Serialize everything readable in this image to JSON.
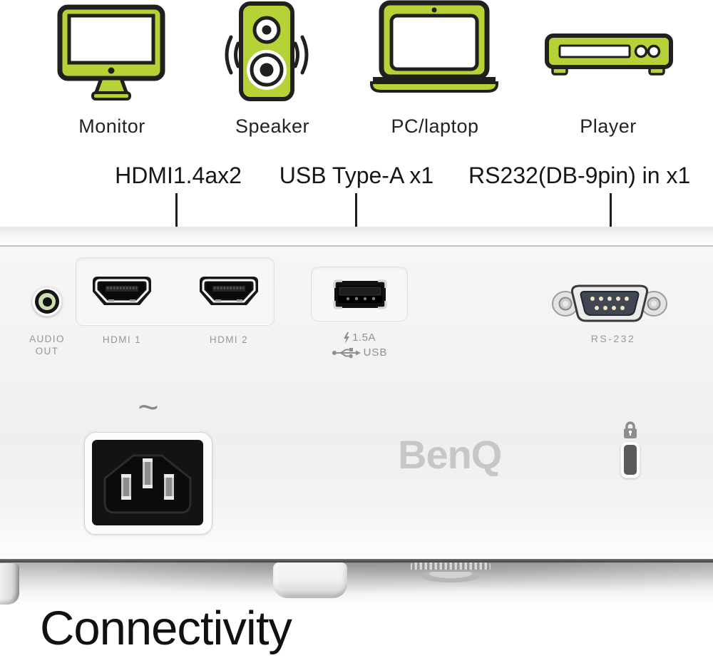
{
  "title": {
    "label": "Connectivity"
  },
  "devices": [
    {
      "id": "monitor",
      "label": "Monitor"
    },
    {
      "id": "speaker",
      "label": "Speaker"
    },
    {
      "id": "pc-laptop",
      "label": "PC/laptop"
    },
    {
      "id": "player",
      "label": "Player"
    }
  ],
  "callouts": [
    {
      "id": "hdmi",
      "label": "HDMI1.4ax2"
    },
    {
      "id": "usb",
      "label": "USB Type-A x1"
    },
    {
      "id": "rs232",
      "label": "RS232(DB-9pin) in x1"
    }
  ],
  "ports": {
    "audio_out": {
      "line1": "AUDIO",
      "line2": "OUT"
    },
    "hdmi1": {
      "label": "HDMI 1"
    },
    "hdmi2": {
      "label": "HDMI 2"
    },
    "usb": {
      "power": "1.5A",
      "label": "USB"
    },
    "rs232": {
      "label": "RS-232"
    },
    "ac": {
      "symbol": "~"
    }
  },
  "branding": {
    "logo_text": "BenQ"
  },
  "colors": {
    "accent_green": "#b5d336",
    "outline_dark": "#221f1f",
    "port_label_gray": "#979797",
    "logo_gray": "#c7c7c7"
  }
}
